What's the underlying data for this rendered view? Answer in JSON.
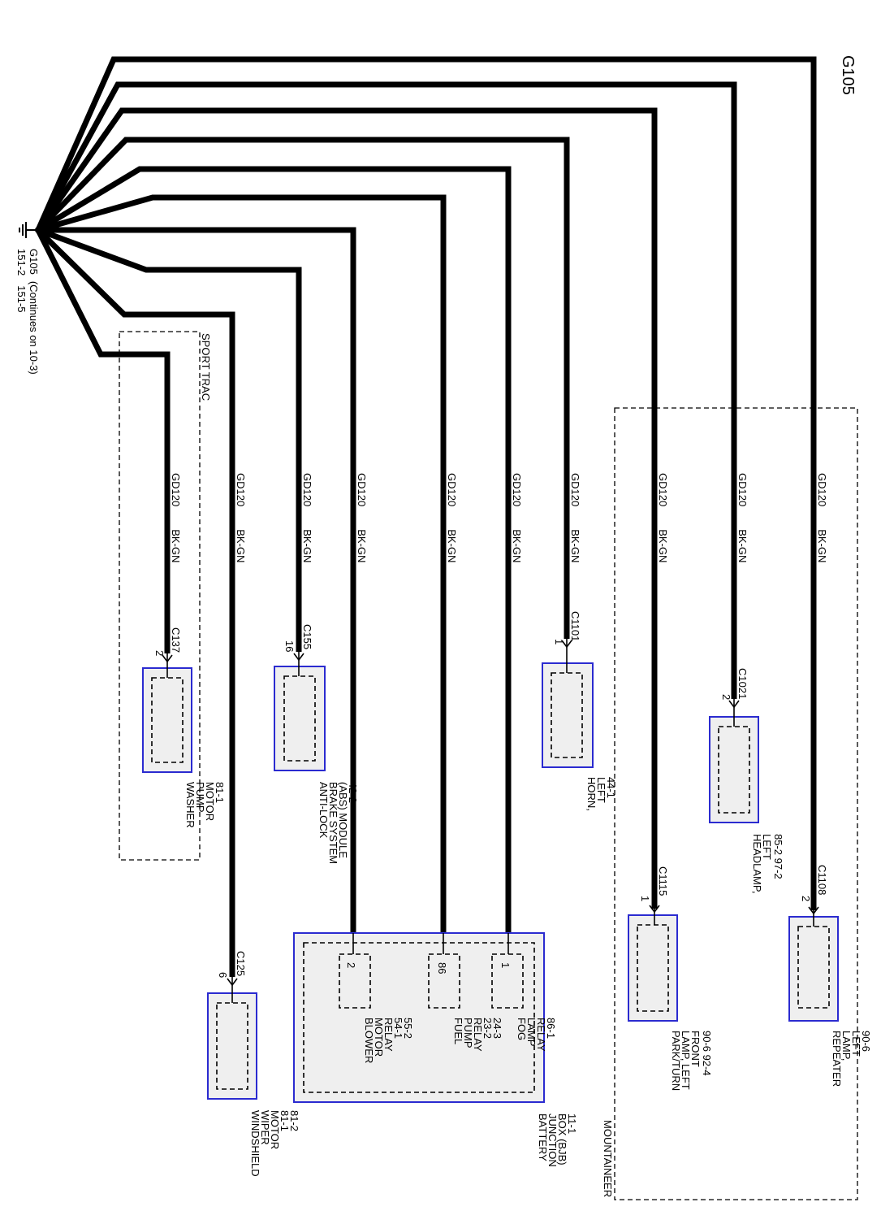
{
  "title": "G105",
  "ground": {
    "label": "G105",
    "note": "(Continues on 10-3)",
    "refs": [
      "151-2",
      "151-5"
    ]
  },
  "wire_spec": {
    "circuit": "GD120",
    "color": "BK-GN"
  },
  "regions": [
    {
      "id": "mountaineer",
      "label": "MOUNTAINEER"
    },
    {
      "id": "sport_trac",
      "label": "SPORT TRAC"
    }
  ],
  "components": [
    {
      "id": "repeater",
      "connector": "C1108",
      "pin": "2",
      "lines": [
        "REPEATER",
        "LAMP,",
        "LEFT",
        "90-6"
      ]
    },
    {
      "id": "headlamp",
      "connector": "C1021",
      "pin": "2",
      "lines": [
        "HEADLAMP,",
        "LEFT",
        "85-2    97-2"
      ]
    },
    {
      "id": "parkturn",
      "connector": "C1115",
      "pin": "1",
      "lines": [
        "PARK/TURN",
        "LAMP, LEFT",
        "FRONT",
        "90-6    92-4"
      ]
    },
    {
      "id": "horn",
      "connector": "C1101",
      "pin": "1",
      "lines": [
        "HORN,",
        "LEFT",
        "44-1"
      ]
    },
    {
      "id": "bjb",
      "lines": [
        "BATTERY",
        "JUNCTION",
        "BOX (BJB)",
        "11-1"
      ]
    },
    {
      "id": "fog",
      "pin": "1",
      "lines": [
        "FOG",
        "LAMP",
        "RELAY",
        "86-1"
      ]
    },
    {
      "id": "fuel",
      "pin": "86",
      "lines": [
        "FUEL",
        "PUMP",
        "RELAY",
        "23-2",
        "24-3"
      ]
    },
    {
      "id": "blower",
      "pin": "2",
      "lines": [
        "BLOWER",
        "MOTOR",
        "RELAY",
        "54-1",
        "55-2"
      ]
    },
    {
      "id": "abs",
      "connector": "C155",
      "pin": "16",
      "lines": [
        "ANTI-LOCK",
        "BRAKE SYSTEM",
        "(ABS) MODULE",
        "42-2"
      ]
    },
    {
      "id": "wiper",
      "connector": "C125",
      "pin": "6",
      "lines": [
        "WINDSHIELD",
        "WIPER",
        "MOTOR",
        "81-1",
        "81-2"
      ]
    },
    {
      "id": "washer",
      "connector": "C137",
      "pin": "2",
      "lines": [
        "WASHER",
        "PUMP",
        "MOTOR",
        "81-1"
      ]
    }
  ]
}
